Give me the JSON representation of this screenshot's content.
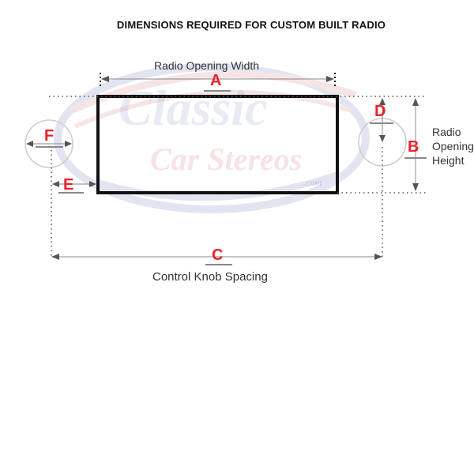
{
  "title": "DIMENSIONS REQUIRED FOR CUSTOM BUILT RADIO",
  "labels": {
    "radio_opening_width": "Radio Opening Width",
    "radio_opening_height_line1": "Radio",
    "radio_opening_height_line2": "Opening",
    "radio_opening_height_line3": "Height",
    "control_knob_spacing": "Control Knob Spacing"
  },
  "dimension_letters": {
    "a": "A",
    "b": "B",
    "c": "C",
    "d": "D",
    "e": "E",
    "f": "F"
  },
  "watermark": {
    "line1": "Classic",
    "line2": "Car Stereos",
    "suffix": ".com"
  },
  "colors": {
    "letter": "#e8232a",
    "outline": "#111111",
    "dimension_line": "#555555",
    "watermark_blue": "#9aa6cf",
    "watermark_red": "#e6a3a8"
  }
}
